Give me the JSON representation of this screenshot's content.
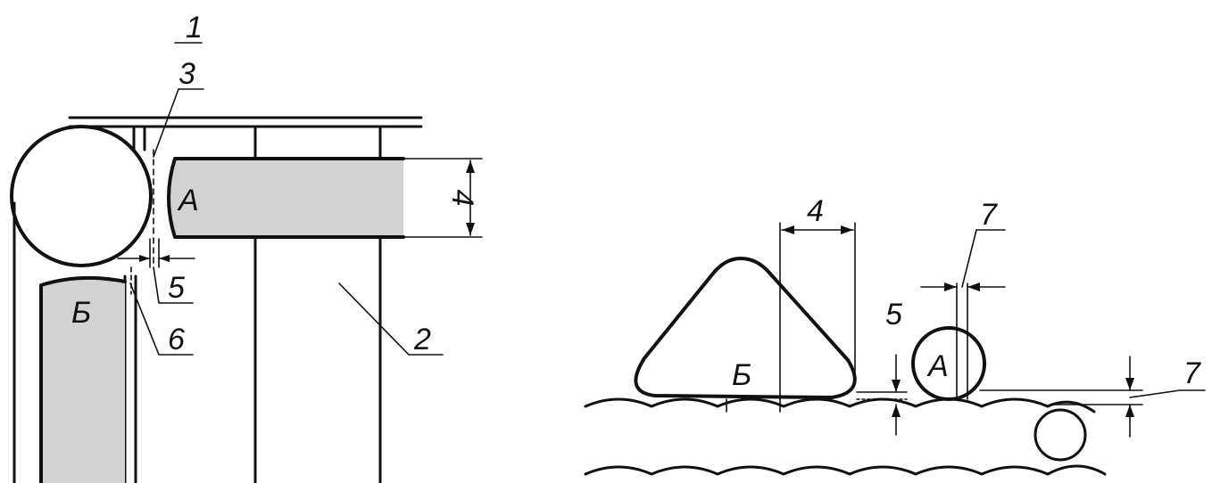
{
  "labels": {
    "n1": "1",
    "n2": "2",
    "n3": "3",
    "n4_left": "4",
    "n5_left": "5",
    "n6": "6",
    "a_left": "А",
    "b_left": "Б",
    "n4_right": "4",
    "n5_right": "5",
    "n7_top": "7",
    "n7_right": "7",
    "a_right": "А",
    "b_right": "Б"
  },
  "colors": {
    "line": "#111111",
    "part_fill": "#d2d2d2",
    "background": "#ffffff"
  }
}
